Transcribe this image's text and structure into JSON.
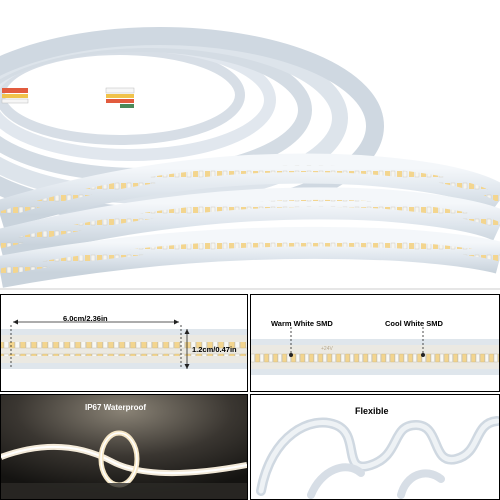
{
  "panels": {
    "dimensions": {
      "width_label": "6.0cm/2.36in",
      "height_label": "1.2cm/0.47in"
    },
    "smd": {
      "warm_label": "Warm White SMD",
      "cool_label": "Cool White SMD"
    },
    "waterproof": {
      "title": "IP67 Waterproof"
    },
    "flexible": {
      "title": "Flexible"
    }
  },
  "strip": {
    "voltage_marking": "+24V"
  },
  "colors": {
    "warm_led": "#f3d58e",
    "cool_led": "#f5f5f1",
    "silicone": "#dde5ec",
    "pcb": "#eceae4"
  }
}
